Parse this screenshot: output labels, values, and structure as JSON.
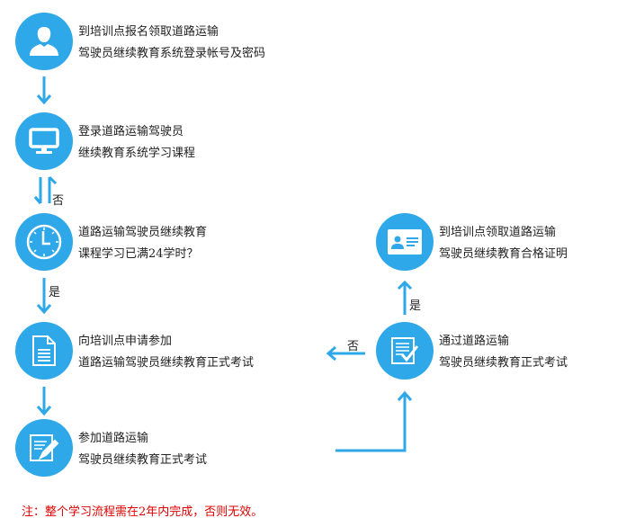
{
  "steps": [
    {
      "line1": "到培训点报名领取道路运输",
      "line2": "驾驶员继续教育系统登录帐号及密码",
      "icon": "user-icon"
    },
    {
      "line1": "登录道路运输驾驶员",
      "line2": "继续教育系统学习课程",
      "icon": "monitor-icon"
    },
    {
      "line1": "道路运输驾驶员继续教育",
      "line2": "课程学习已满24学时？",
      "icon": "clock-icon"
    },
    {
      "line1": "向培训点申请参加",
      "line2": "道路运输驾驶员继续教育正式考试",
      "icon": "document-icon"
    },
    {
      "line1": "参加道路运输",
      "line2": "驾驶员继续教育正式考试",
      "icon": "edit-icon"
    },
    {
      "line1": "通过道路运输",
      "line2": "驾驶员继续教育正式考试",
      "icon": "checklist-icon"
    },
    {
      "line1": "到培训点领取道路运输",
      "line2": "驾驶员继续教育合格证明",
      "icon": "id-card-icon"
    }
  ],
  "labels": {
    "no1": "否",
    "yes1": "是",
    "no2": "否",
    "yes2": "是"
  },
  "note": "注：整个学习流程需在2年内完成，否则无效。",
  "colors": {
    "accent": "#2ea8e8",
    "note": "#e00000"
  }
}
